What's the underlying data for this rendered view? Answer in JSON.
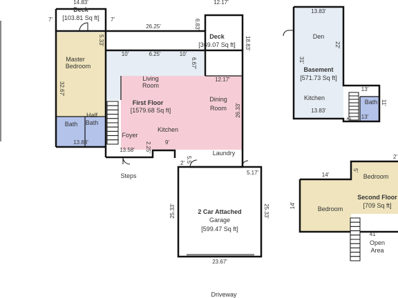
{
  "colors": {
    "wall": "#111111",
    "living": "#e6edf4",
    "dining": "#f6cdd6",
    "master": "#efe4bd",
    "bath": "#b4c3ea",
    "den": "#e6edf4",
    "bedroom": "#efe4bd"
  },
  "first_floor": {
    "deck_small": {
      "name": "Deck",
      "area": "[103.81 Sq ft]",
      "dim_top": "14.83'",
      "dim_left": "7'",
      "dim_right": "7'"
    },
    "deck_large": {
      "name": "Deck",
      "area": "[369.07 Sq ft]",
      "dim_top": "12.17'",
      "dim_right": "18.83'",
      "dim_inner": "6.83'"
    },
    "dim_2625": "26.25'",
    "master": {
      "name_line1": "Master",
      "name_line2": "Bedroom",
      "dim_left": "32.67'",
      "dim_top": "5.33'"
    },
    "living": {
      "name_line1": "Living",
      "name_line2": "Room",
      "dim_10a": "10'",
      "dim_625": "6.25'",
      "dim_10b": "10'",
      "dim_667": "6.67'"
    },
    "title": "First Floor",
    "area": "[1579.68 Sq ft]",
    "dining": {
      "name_line1": "Dining",
      "name_line2": "Room",
      "dim_top": "12.17'",
      "dim_right": "26.33'"
    },
    "half_bath": {
      "line1": "Half",
      "line2": "Bath"
    },
    "bath": "Bath",
    "dim_1383": "13.83'",
    "foyer": "Foyer",
    "kitchen": "Kitchen",
    "dim_1358": "13.58'",
    "dim_225": "2.25'",
    "dim_9": "9'",
    "laundry": "Laundry",
    "dim_2": "2'",
    "dim_55": "5.5'",
    "dim_517": "5.17'",
    "steps": "Steps"
  },
  "garage": {
    "line1": "2 Car Attached",
    "line2": "Garage",
    "area": "[599.47 Sq ft]",
    "dim_left": "25.33'",
    "dim_right": "25.33'",
    "dim_bottom": "23.67'"
  },
  "driveway": "Driveway",
  "basement": {
    "dim_top": "13.83'",
    "den": "Den",
    "dim_22": "22'",
    "dim_31": "31'",
    "title": "Basement",
    "area": "[571.73 Sq ft]",
    "kitchen": "Kitchen",
    "dim_bottom": "13.83'",
    "dim_13a": "13'",
    "bath": "Bath",
    "dim_11": "11'",
    "dim_13b": "13'",
    "dim_2": "2'"
  },
  "second_floor": {
    "dim_14top": "14'",
    "dim_5": "5'",
    "dim_2": "2'",
    "bedroom_right": "Bedroom",
    "title": "Second Floor",
    "area": "[709 Sq ft]",
    "dim_14left": "14'",
    "bedroom_left": "Bedroom",
    "dim_41": "41'",
    "open_line1": "Open",
    "open_line2": "Area"
  }
}
